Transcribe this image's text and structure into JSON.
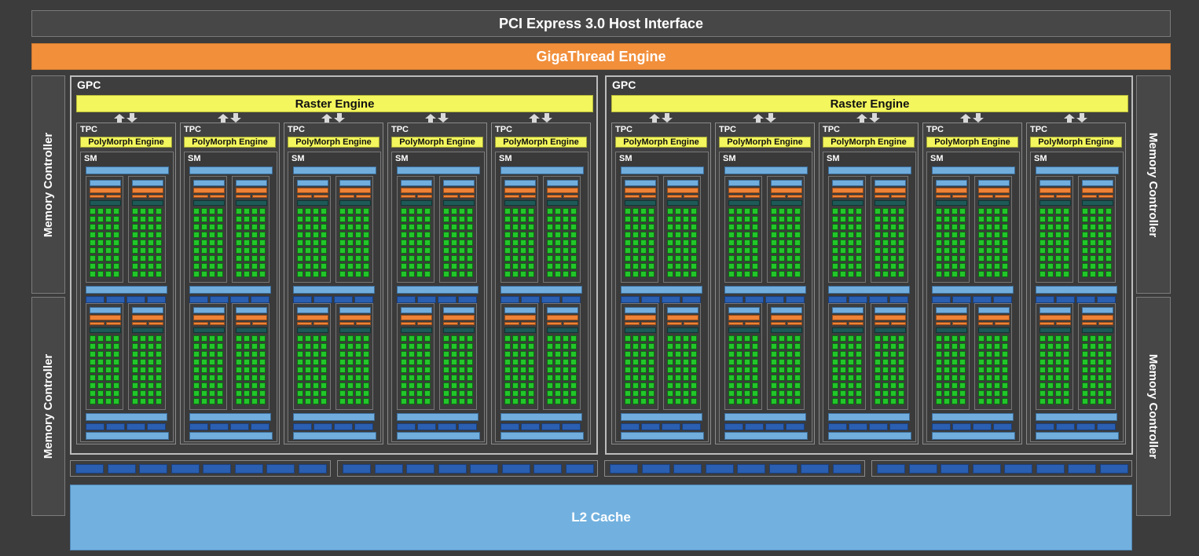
{
  "pcie": {
    "label": "PCI Express 3.0 Host Interface"
  },
  "gigathread": {
    "label": "GigaThread Engine"
  },
  "memory_controller": {
    "label": "Memory Controller"
  },
  "gpc": {
    "label": "GPC",
    "raster_label": "Raster Engine"
  },
  "tpc": {
    "label": "TPC",
    "polymorph_label": "PolyMorph Engine"
  },
  "sm": {
    "label": "SM"
  },
  "l2": {
    "label": "L2 Cache"
  },
  "counts": {
    "gpcs": 2,
    "tpcs_per_gpc": 5,
    "memory_controllers": 4
  },
  "colors": {
    "background": "#3c3c3c",
    "gigathread": "#f18f3b",
    "raster": "#f3f65c",
    "core": "#22c62a",
    "l2": "#72b1df",
    "dispatch": "#2a5fb1"
  }
}
